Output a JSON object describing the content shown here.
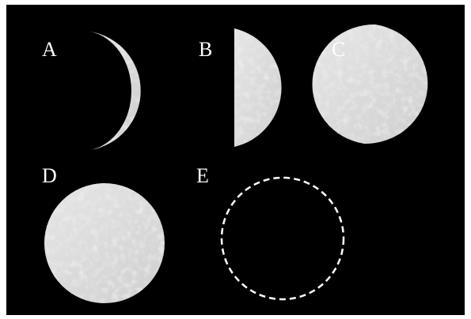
{
  "background_color": "#000000",
  "moon_texture_color": "#dcdcdc",
  "outline_color": "#ffffff",
  "phases": [
    {
      "label": "A",
      "shape": "waxing-crescent"
    },
    {
      "label": "B",
      "shape": "first-quarter"
    },
    {
      "label": "C",
      "shape": "waxing-gibbous"
    },
    {
      "label": "D",
      "shape": "full-moon"
    },
    {
      "label": "E",
      "shape": "new-moon-dashed-outline"
    }
  ]
}
